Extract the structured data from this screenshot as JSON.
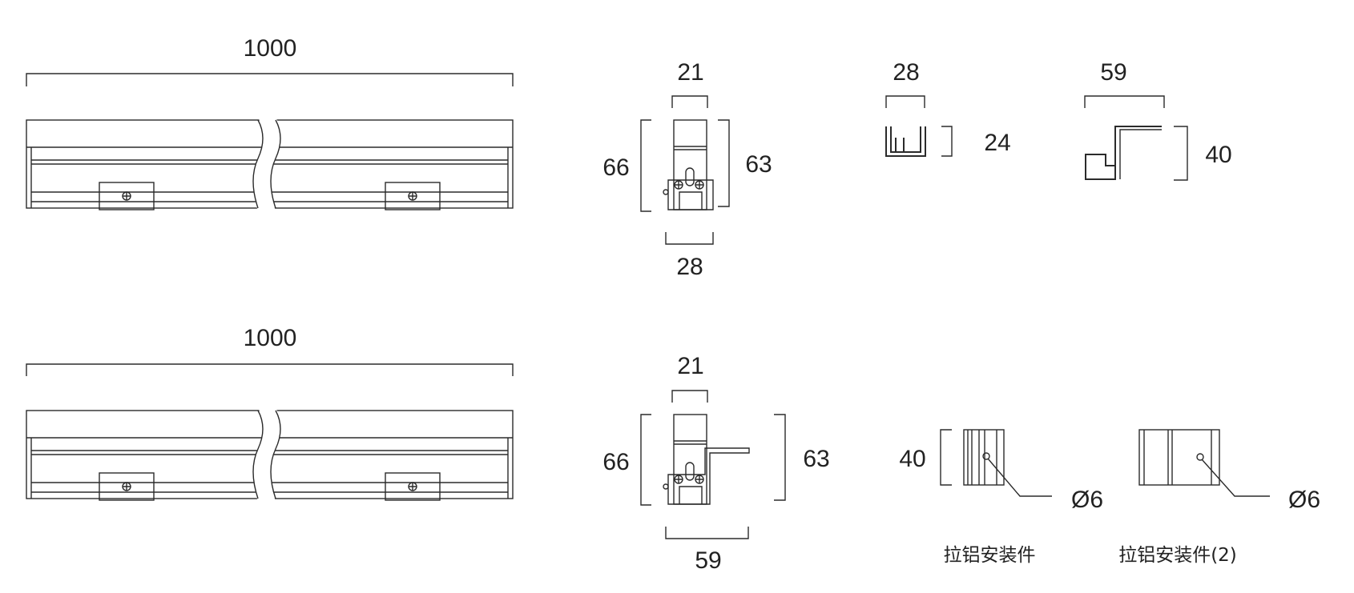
{
  "colors": {
    "line": "#2b2b2b",
    "text": "#222222",
    "background": "#ffffff"
  },
  "top_row": {
    "profile_length": "1000",
    "end_view_a": {
      "top_width": "21",
      "left_height": "66",
      "right_height": "63",
      "bottom_width": "28"
    },
    "clip_bracket": {
      "width": "28",
      "height": "24"
    },
    "hook_bracket": {
      "width": "59",
      "height": "40"
    }
  },
  "bottom_row": {
    "profile_length": "1000",
    "end_view_b": {
      "top_width": "21",
      "left_height": "66",
      "right_height": "63",
      "bottom_width": "59"
    },
    "plate_a": {
      "height": "40",
      "hole": "Ø6",
      "caption": "拉铝安装件"
    },
    "plate_b": {
      "hole": "Ø6",
      "caption": "拉铝安装件(2)"
    }
  }
}
